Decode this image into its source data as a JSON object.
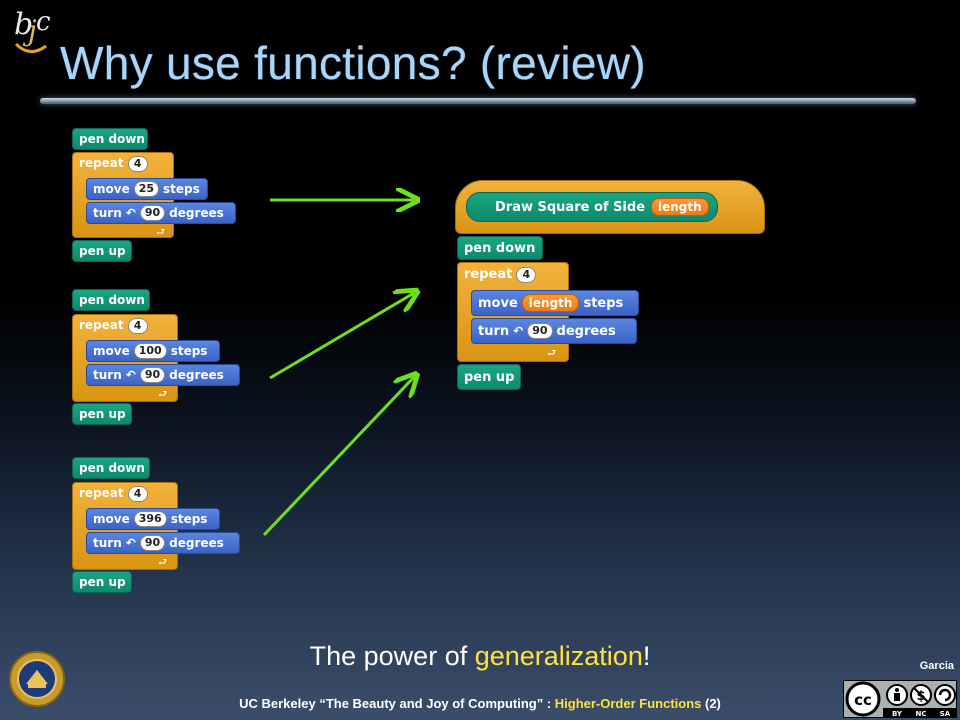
{
  "slide": {
    "title": "Why use functions? (review)",
    "caption_before": "The power of ",
    "caption_highlight": "generalization",
    "caption_after": "!",
    "footer_before": "UC Berkeley “The Beauty and Joy of Computing” : ",
    "footer_highlight": "Higher-Order Functions",
    "footer_after": " (2)",
    "author": "Garcia",
    "logo_text": "bjc",
    "cc_labels": [
      "BY",
      "NC",
      "SA"
    ]
  },
  "scripts": [
    {
      "pen_down": "pen down",
      "repeat": "repeat",
      "times": "4",
      "move": "move",
      "steps_value": "25",
      "steps": "steps",
      "turn": "turn",
      "degrees_value": "90",
      "degrees": "degrees",
      "pen_up": "pen up"
    },
    {
      "pen_down": "pen down",
      "repeat": "repeat",
      "times": "4",
      "move": "move",
      "steps_value": "100",
      "steps": "steps",
      "turn": "turn",
      "degrees_value": "90",
      "degrees": "degrees",
      "pen_up": "pen up"
    },
    {
      "pen_down": "pen down",
      "repeat": "repeat",
      "times": "4",
      "move": "move",
      "steps_value": "396",
      "steps": "steps",
      "turn": "turn",
      "degrees_value": "90",
      "degrees": "degrees",
      "pen_up": "pen up"
    }
  ],
  "definition": {
    "hat": "Draw Square of Side",
    "param": "length",
    "pen_down": "pen down",
    "repeat": "repeat",
    "times": "4",
    "move": "move",
    "steps": "steps",
    "turn": "turn",
    "degrees_value": "90",
    "degrees": "degrees",
    "pen_up": "pen up"
  },
  "colors": {
    "title": "#a9d6f8",
    "highlight": "#ffe23a",
    "arrow": "#6ee01a",
    "pen_block": "#0e8a6b",
    "control_block": "#e6a11e",
    "motion_block": "#4a73d6",
    "variable": "#f58220"
  }
}
